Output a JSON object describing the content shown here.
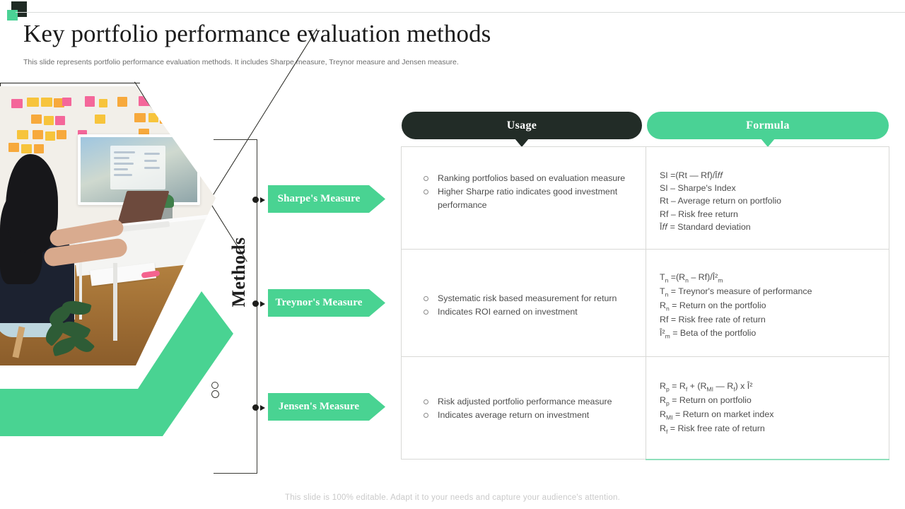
{
  "slide": {
    "title": "Key portfolio performance evaluation methods",
    "subtitle": "This slide represents portfolio performance evaluation methods. It includes Sharpe measure, Treynor measure and Jensen measure.",
    "footer": "This slide is 100% editable. Adapt it to your needs and capture your audience's attention.",
    "side_label": "Methods"
  },
  "colors": {
    "green": "#4ad295",
    "dark": "#222c27",
    "text": "#4d4d4d",
    "rule": "#d8d9d6"
  },
  "headers": {
    "usage": "Usage",
    "formula": "Formula"
  },
  "rows": [
    {
      "label": "Sharpe's Measure",
      "usage": [
        "Ranking portfolios based on evaluation measure",
        "Higher Sharpe ratio indicates good investment performance"
      ],
      "formula": [
        "SI =(Rt — Rf)/Ī𝑓𝑓",
        "SI – Sharpe's Index",
        "Rt – Average return on portfolio",
        "Rf – Risk free return",
        "Ī𝑓𝑓 = Standard deviation"
      ]
    },
    {
      "label": "Treynor's Measure",
      "usage": [
        "Systematic risk based measurement for return",
        "Indicates ROI earned on investment"
      ],
      "formula": [
        "T<sub>n</sub> =(R<sub>n</sub> – Rf)/Î²<sub>m</sub>",
        "T<sub>n</sub> = Treynor's measure of performance",
        "R<sub>n</sub> = Return on the portfolio",
        "Rf = Risk free rate of return",
        "Î²<sub>m</sub> = Beta of the portfolio"
      ]
    },
    {
      "label": "Jensen's Measure",
      "usage": [
        "Risk adjusted portfolio performance measure",
        "Indicates average return on investment"
      ],
      "formula": [
        "R<sub>p</sub> = R<sub>f</sub> + (R<sub>MI</sub> — R<sub>f</sub>) x Î²",
        "R<sub>p</sub> = Return on portfolio",
        "R<sub>MI</sub> = Return on market index",
        "R<sub>f</sub> = Risk free rate of return"
      ]
    }
  ]
}
